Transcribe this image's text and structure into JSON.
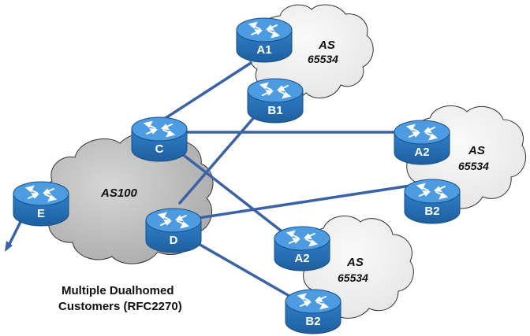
{
  "caption": {
    "line1": "Multiple Dualhomed",
    "line2": "Customers (RFC2270)"
  },
  "clouds": {
    "as100": {
      "label": "AS100"
    },
    "as_top": {
      "line1": "AS",
      "line2": "65534"
    },
    "as_right": {
      "line1": "AS",
      "line2": "65534"
    },
    "as_bottom": {
      "line1": "AS",
      "line2": "65534"
    }
  },
  "routers": {
    "a1": {
      "label": "A1"
    },
    "b1": {
      "label": "B1"
    },
    "c": {
      "label": "C"
    },
    "d": {
      "label": "D"
    },
    "e": {
      "label": "E"
    },
    "a2_right": {
      "label": "A2"
    },
    "b2_right": {
      "label": "B2"
    },
    "a2_bottom": {
      "label": "A2"
    },
    "b2_bottom": {
      "label": "B2"
    }
  },
  "colors": {
    "router_body": "#2a78c2",
    "router_top": "#4d9be0",
    "link": "#3c62a6",
    "cloud_dark": "#b9b9b9",
    "cloud_light": "#ececec"
  }
}
